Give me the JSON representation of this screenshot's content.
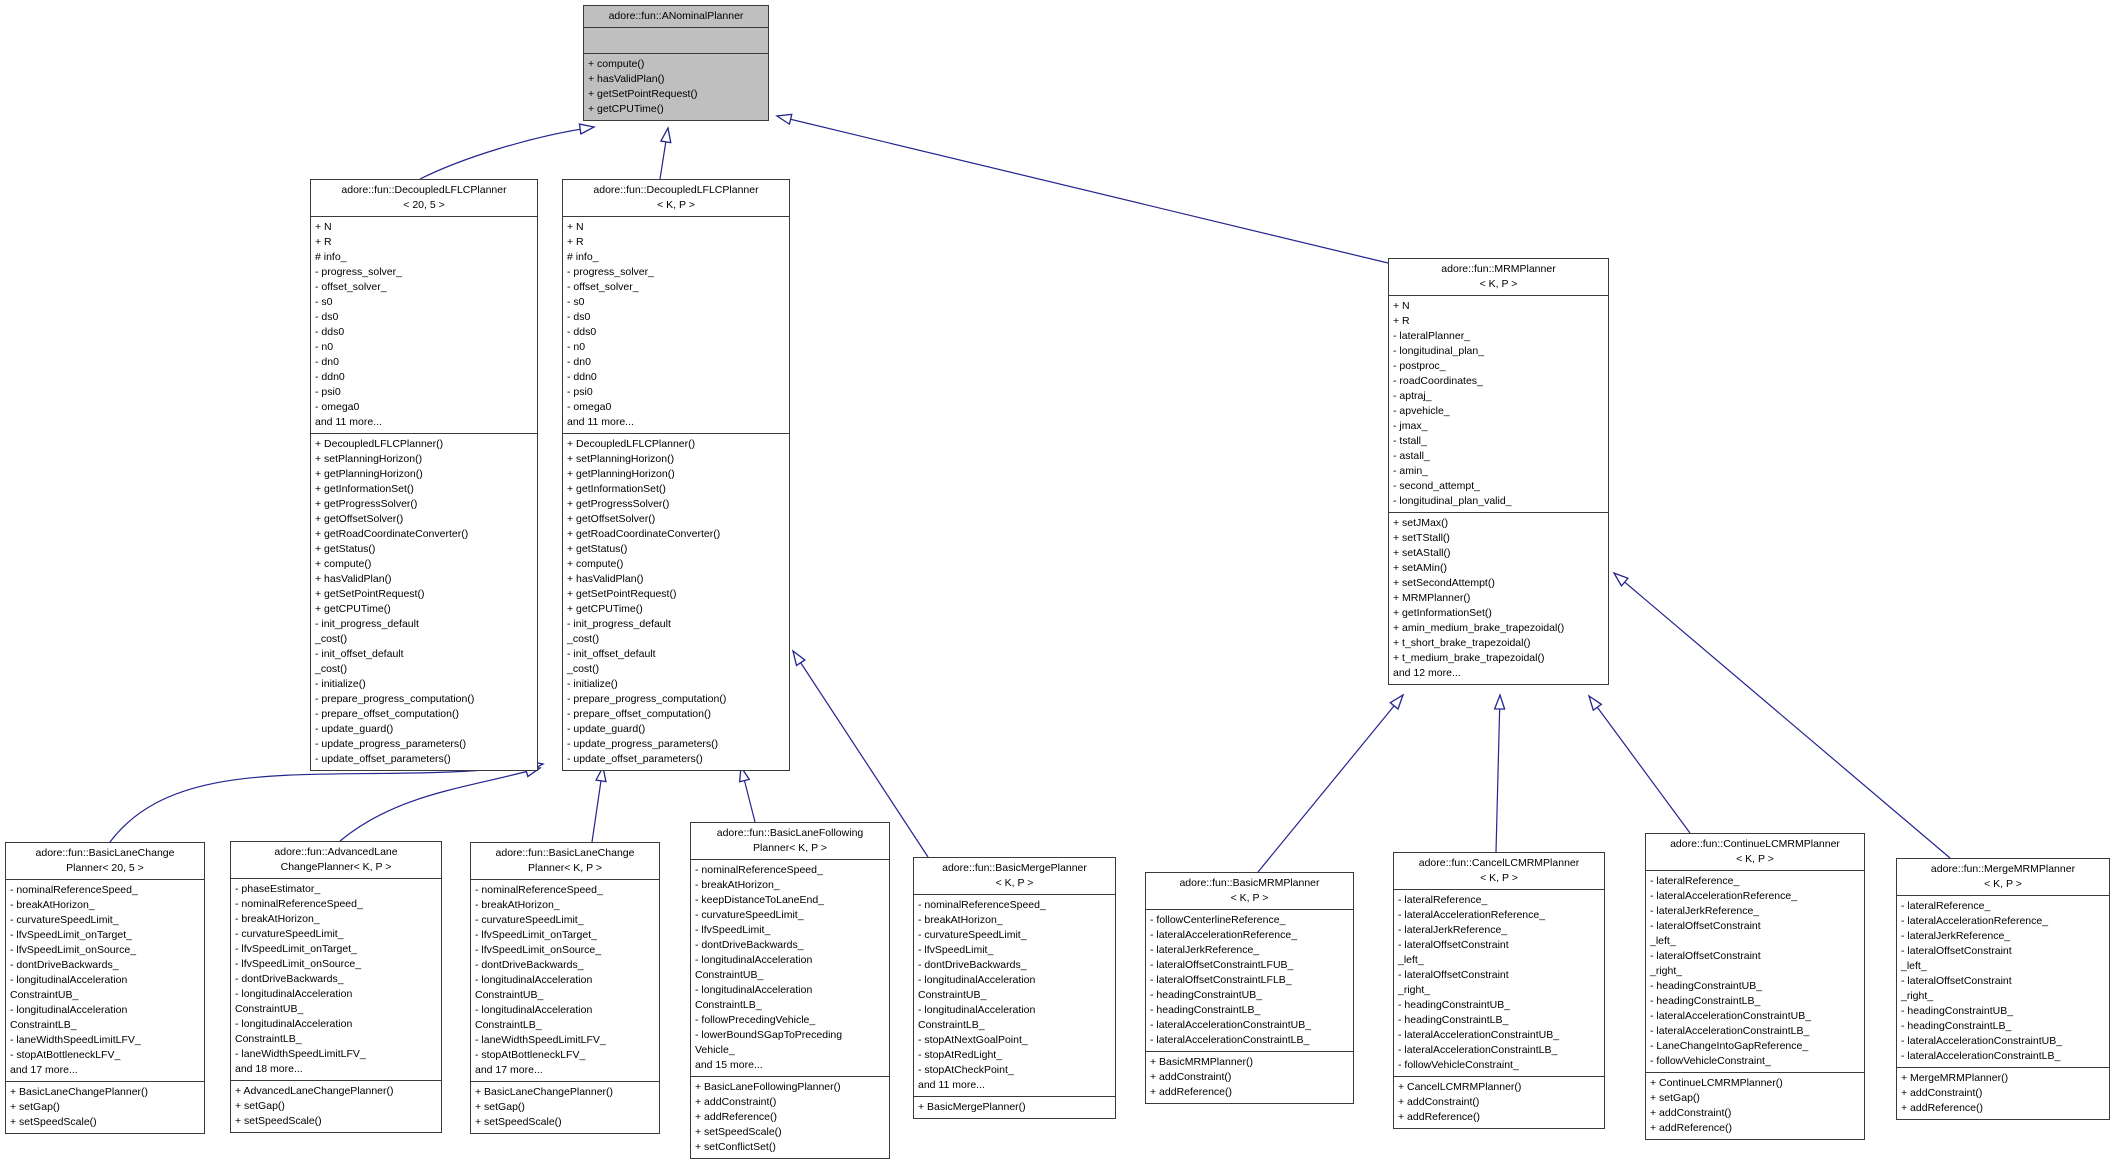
{
  "diagram": {
    "kind": "uml-class-inheritance-diagram",
    "colors": {
      "edge": "#24248f",
      "class_fill": "#ffffff",
      "highlight_fill": "#bfbfbf",
      "border": "#3a3a3a",
      "text": "#000000"
    }
  },
  "classes": [
    {
      "id": "anominal",
      "highlight": true,
      "title_lines": [
        "adore::fun::ANominalPlanner"
      ],
      "attributes": [],
      "methods": [
        "+ compute()",
        "+ hasValidPlan()",
        "+ getSetPointRequest()",
        "+ getCPUTime()"
      ]
    },
    {
      "id": "dlflc205",
      "highlight": false,
      "title_lines": [
        "adore::fun::DecoupledLFLCPlanner",
        "< 20, 5 >"
      ],
      "attributes": [
        "+ N",
        "+ R",
        "# info_",
        "- progress_solver_",
        "- offset_solver_",
        "- s0",
        "- ds0",
        "- dds0",
        "- n0",
        "- dn0",
        "- ddn0",
        "- psi0",
        "- omega0",
        "and 11 more..."
      ],
      "methods": [
        "+ DecoupledLFLCPlanner()",
        "+ setPlanningHorizon()",
        "+ getPlanningHorizon()",
        "+ getInformationSet()",
        "+ getProgressSolver()",
        "+ getOffsetSolver()",
        "+ getRoadCoordinateConverter()",
        "+ getStatus()",
        "+ compute()",
        "+ hasValidPlan()",
        "+ getSetPointRequest()",
        "+ getCPUTime()",
        "- init_progress_default",
        "_cost()",
        "- init_offset_default",
        "_cost()",
        "- initialize()",
        "- prepare_progress_computation()",
        "- prepare_offset_computation()",
        "- update_guard()",
        "- update_progress_parameters()",
        "- update_offset_parameters()"
      ]
    },
    {
      "id": "dlflckp",
      "highlight": false,
      "title_lines": [
        "adore::fun::DecoupledLFLCPlanner",
        "< K, P >"
      ],
      "attributes": [
        "+ N",
        "+ R",
        "# info_",
        "- progress_solver_",
        "- offset_solver_",
        "- s0",
        "- ds0",
        "- dds0",
        "- n0",
        "- dn0",
        "- ddn0",
        "- psi0",
        "- omega0",
        "and 11 more..."
      ],
      "methods": [
        "+ DecoupledLFLCPlanner()",
        "+ setPlanningHorizon()",
        "+ getPlanningHorizon()",
        "+ getInformationSet()",
        "+ getProgressSolver()",
        "+ getOffsetSolver()",
        "+ getRoadCoordinateConverter()",
        "+ getStatus()",
        "+ compute()",
        "+ hasValidPlan()",
        "+ getSetPointRequest()",
        "+ getCPUTime()",
        "- init_progress_default",
        "_cost()",
        "- init_offset_default",
        "_cost()",
        "- initialize()",
        "- prepare_progress_computation()",
        "- prepare_offset_computation()",
        "- update_guard()",
        "- update_progress_parameters()",
        "- update_offset_parameters()"
      ]
    },
    {
      "id": "mrm",
      "highlight": false,
      "title_lines": [
        "adore::fun::MRMPlanner",
        "< K, P >"
      ],
      "attributes": [
        "+ N",
        "+ R",
        "- lateralPlanner_",
        "- longitudinal_plan_",
        "- postproc_",
        "- roadCoordinates_",
        "- aptraj_",
        "- apvehicle_",
        "- jmax_",
        "- tstall_",
        "- astall_",
        "- amin_",
        "- second_attempt_",
        "- longitudinal_plan_valid_"
      ],
      "methods": [
        "+ setJMax()",
        "+ setTStall()",
        "+ setAStall()",
        "+ setAMin()",
        "+ setSecondAttempt()",
        "+ MRMPlanner()",
        "+ getInformationSet()",
        "+ amin_medium_brake_trapezoidal()",
        "+ t_short_brake_trapezoidal()",
        "+ t_medium_brake_trapezoidal()",
        "and 12 more..."
      ]
    },
    {
      "id": "blc205",
      "highlight": false,
      "title_lines": [
        "adore::fun::BasicLaneChange",
        "Planner< 20, 5 >"
      ],
      "attributes": [
        "- nominalReferenceSpeed_",
        "- breakAtHorizon_",
        "- curvatureSpeedLimit_",
        "- lfvSpeedLimit_onTarget_",
        "- lfvSpeedLimit_onSource_",
        "- dontDriveBackwards_",
        "- longitudinalAcceleration",
        "ConstraintUB_",
        "- longitudinalAcceleration",
        "ConstraintLB_",
        "- laneWidthSpeedLimitLFV_",
        "- stopAtBottleneckLFV_",
        "and 17 more..."
      ],
      "methods": [
        "+ BasicLaneChangePlanner()",
        "+ setGap()",
        "+ setSpeedScale()"
      ]
    },
    {
      "id": "alc",
      "highlight": false,
      "title_lines": [
        "adore::fun::AdvancedLane",
        "ChangePlanner< K, P >"
      ],
      "attributes": [
        "- phaseEstimator_",
        "- nominalReferenceSpeed_",
        "- breakAtHorizon_",
        "- curvatureSpeedLimit_",
        "- lfvSpeedLimit_onTarget_",
        "- lfvSpeedLimit_onSource_",
        "- dontDriveBackwards_",
        "- longitudinalAcceleration",
        "ConstraintUB_",
        "- longitudinalAcceleration",
        "ConstraintLB_",
        "- laneWidthSpeedLimitLFV_",
        "and 18 more..."
      ],
      "methods": [
        "+ AdvancedLaneChangePlanner()",
        "+ setGap()",
        "+ setSpeedScale()"
      ]
    },
    {
      "id": "blckp",
      "highlight": false,
      "title_lines": [
        "adore::fun::BasicLaneChange",
        "Planner< K, P >"
      ],
      "attributes": [
        "- nominalReferenceSpeed_",
        "- breakAtHorizon_",
        "- curvatureSpeedLimit_",
        "- lfvSpeedLimit_onTarget_",
        "- lfvSpeedLimit_onSource_",
        "- dontDriveBackwards_",
        "- longitudinalAcceleration",
        "ConstraintUB_",
        "- longitudinalAcceleration",
        "ConstraintLB_",
        "- laneWidthSpeedLimitLFV_",
        "- stopAtBottleneckLFV_",
        "and 17 more..."
      ],
      "methods": [
        "+ BasicLaneChangePlanner()",
        "+ setGap()",
        "+ setSpeedScale()"
      ]
    },
    {
      "id": "blf",
      "highlight": false,
      "title_lines": [
        "adore::fun::BasicLaneFollowing",
        "Planner< K, P >"
      ],
      "attributes": [
        "- nominalReferenceSpeed_",
        "- breakAtHorizon_",
        "- keepDistanceToLaneEnd_",
        "- curvatureSpeedLimit_",
        "- lfvSpeedLimit_",
        "- dontDriveBackwards_",
        "- longitudinalAcceleration",
        "ConstraintUB_",
        "- longitudinalAcceleration",
        "ConstraintLB_",
        "- followPrecedingVehicle_",
        "- lowerBoundSGapToPreceding",
        "Vehicle_",
        "and 15 more..."
      ],
      "methods": [
        "+ BasicLaneFollowingPlanner()",
        "+ addConstraint()",
        "+ addReference()",
        "+ setSpeedScale()",
        "+ setConflictSet()"
      ]
    },
    {
      "id": "bmp",
      "highlight": false,
      "title_lines": [
        "adore::fun::BasicMergePlanner",
        "< K, P >"
      ],
      "attributes": [
        "- nominalReferenceSpeed_",
        "- breakAtHorizon_",
        "- curvatureSpeedLimit_",
        "- lfvSpeedLimit_",
        "- dontDriveBackwards_",
        "- longitudinalAcceleration",
        "ConstraintUB_",
        "- longitudinalAcceleration",
        "ConstraintLB_",
        "- stopAtNextGoalPoint_",
        "- stopAtRedLight_",
        "- stopAtCheckPoint_",
        "and 11 more..."
      ],
      "methods": [
        "+ BasicMergePlanner()"
      ]
    },
    {
      "id": "bmrm",
      "highlight": false,
      "title_lines": [
        "adore::fun::BasicMRMPlanner",
        "< K, P >"
      ],
      "attributes": [
        "- followCenterlineReference_",
        "- lateralAccelerationReference_",
        "- lateralJerkReference_",
        "- lateralOffsetConstraintLFUB_",
        "- lateralOffsetConstraintLFLB_",
        "- headingConstraintUB_",
        "- headingConstraintLB_",
        "- lateralAccelerationConstraintUB_",
        "- lateralAccelerationConstraintLB_"
      ],
      "methods": [
        "+ BasicMRMPlanner()",
        "+ addConstraint()",
        "+ addReference()"
      ]
    },
    {
      "id": "cancel",
      "highlight": false,
      "title_lines": [
        "adore::fun::CancelLCMRMPlanner",
        "< K, P >"
      ],
      "attributes": [
        "- lateralReference_",
        "- lateralAccelerationReference_",
        "- lateralJerkReference_",
        "- lateralOffsetConstraint",
        "_left_",
        "- lateralOffsetConstraint",
        "_right_",
        "- headingConstraintUB_",
        "- headingConstraintLB_",
        "- lateralAccelerationConstraintUB_",
        "- lateralAccelerationConstraintLB_",
        "- followVehicleConstraint_"
      ],
      "methods": [
        "+ CancelLCMRMPlanner()",
        "+ addConstraint()",
        "+ addReference()"
      ]
    },
    {
      "id": "cont",
      "highlight": false,
      "title_lines": [
        "adore::fun::ContinueLCMRMPlanner",
        "< K, P >"
      ],
      "attributes": [
        "- lateralReference_",
        "- lateralAccelerationReference_",
        "- lateralJerkReference_",
        "- lateralOffsetConstraint",
        "_left_",
        "- lateralOffsetConstraint",
        "_right_",
        "- headingConstraintUB_",
        "- headingConstraintLB_",
        "- lateralAccelerationConstraintUB_",
        "- lateralAccelerationConstraintLB_",
        "- LaneChangeIntoGapReference_",
        "- followVehicleConstraint_"
      ],
      "methods": [
        "+ ContinueLCMRMPlanner()",
        "+ setGap()",
        "+ addConstraint()",
        "+ addReference()"
      ]
    },
    {
      "id": "merge",
      "highlight": false,
      "title_lines": [
        "adore::fun::MergeMRMPlanner",
        "< K, P >"
      ],
      "attributes": [
        "- lateralReference_",
        "- lateralAccelerationReference_",
        "- lateralJerkReference_",
        "- lateralOffsetConstraint",
        "_left_",
        "- lateralOffsetConstraint",
        "_right_",
        "- headingConstraintUB_",
        "- headingConstraintLB_",
        "- lateralAccelerationConstraintUB_",
        "- lateralAccelerationConstraintLB_"
      ],
      "methods": [
        "+ MergeMRMPlanner()",
        "+ addConstraint()",
        "+ addReference()"
      ]
    }
  ],
  "edges": [
    {
      "from": "dlflc205",
      "to": "anominal",
      "type": "inheritance"
    },
    {
      "from": "dlflckp",
      "to": "anominal",
      "type": "inheritance"
    },
    {
      "from": "mrm",
      "to": "anominal",
      "type": "inheritance"
    },
    {
      "from": "blc205",
      "to": "dlflc205",
      "type": "inheritance"
    },
    {
      "from": "alc",
      "to": "dlflckp",
      "type": "inheritance"
    },
    {
      "from": "blckp",
      "to": "dlflckp",
      "type": "inheritance"
    },
    {
      "from": "blf",
      "to": "dlflckp",
      "type": "inheritance"
    },
    {
      "from": "bmp",
      "to": "dlflckp",
      "type": "inheritance"
    },
    {
      "from": "bmrm",
      "to": "mrm",
      "type": "inheritance"
    },
    {
      "from": "cancel",
      "to": "mrm",
      "type": "inheritance"
    },
    {
      "from": "cont",
      "to": "mrm",
      "type": "inheritance"
    },
    {
      "from": "merge",
      "to": "mrm",
      "type": "inheritance"
    }
  ]
}
